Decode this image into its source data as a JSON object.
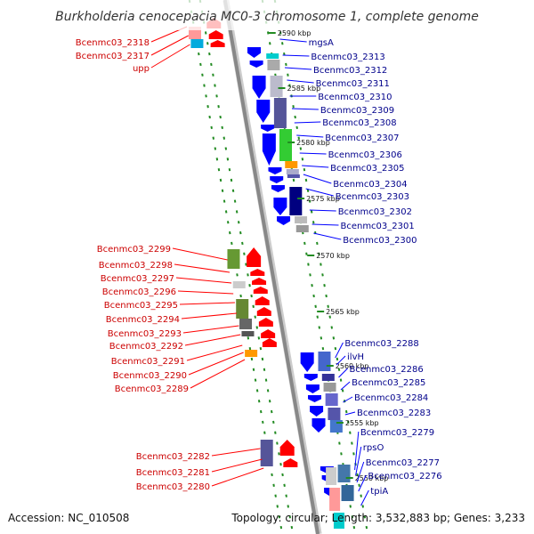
{
  "title": "Burkholderia cenocepacia MC0-3 chromosome 1, complete genome",
  "footer": {
    "accession": "Accession: NC_010508",
    "summary": "Topology: circular; Length: 3,532,883 bp; Genes: 3,233"
  },
  "colors": {
    "forward": "#0000ff",
    "reverse": "#ff0000",
    "backbone": "#888888",
    "guide": "#228b22",
    "label_forward": "#00008b",
    "label_reverse": "#cc0000"
  },
  "ticks": [
    "2590 kbp",
    "2585 kbp",
    "2580 kbp",
    "2575 kbp",
    "2570 kbp",
    "2565 kbp",
    "2560 kbp",
    "2555 kbp",
    "2550 kbp"
  ],
  "forward_genes": [
    "mgsA",
    "Bcenmc03_2313",
    "Bcenmc03_2312",
    "Bcenmc03_2311",
    "Bcenmc03_2310",
    "Bcenmc03_2309",
    "Bcenmc03_2308",
    "Bcenmc03_2307",
    "Bcenmc03_2306",
    "Bcenmc03_2305",
    "Bcenmc03_2304",
    "Bcenmc03_2303",
    "Bcenmc03_2302",
    "Bcenmc03_2301",
    "Bcenmc03_2300",
    "Bcenmc03_2288",
    "ilvH",
    "Bcenmc03_2286",
    "Bcenmc03_2285",
    "Bcenmc03_2284",
    "Bcenmc03_2283",
    "Bcenmc03_2279",
    "rpsO",
    "Bcenmc03_2277",
    "Bcenmc03_2276",
    "tpiA"
  ],
  "reverse_genes": [
    "Bcenmc03_2318",
    "Bcenmc03_2317",
    "upp",
    "Bcenmc03_2299",
    "Bcenmc03_2298",
    "Bcenmc03_2297",
    "Bcenmc03_2296",
    "Bcenmc03_2295",
    "Bcenmc03_2294",
    "Bcenmc03_2293",
    "Bcenmc03_2292",
    "Bcenmc03_2291",
    "Bcenmc03_2290",
    "Bcenmc03_2289",
    "Bcenmc03_2282",
    "Bcenmc03_2281",
    "Bcenmc03_2280"
  ]
}
